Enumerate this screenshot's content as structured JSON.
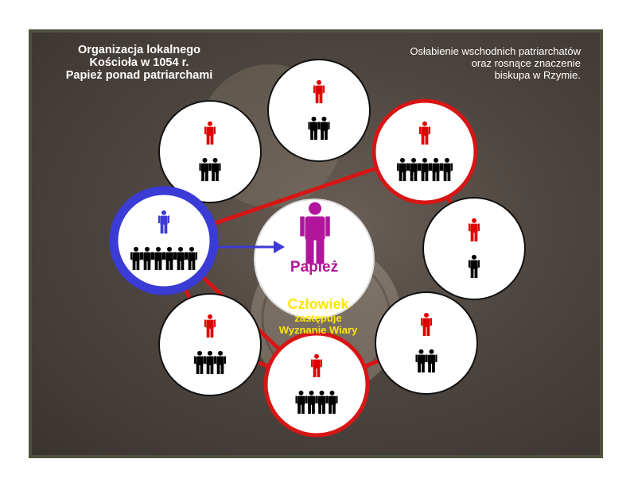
{
  "title_left": [
    "Organizacja lokalnego",
    "Kościoła w 1054 r.",
    "Papież ponad patriarchami"
  ],
  "title_right": [
    "Osłabienie wschodnich patriarchatów",
    "oraz rosnące znaczenie",
    "biskupa w Rzymie."
  ],
  "center": {
    "label": "Papież",
    "color": "#b0159b"
  },
  "caption": {
    "line1": "Człowiek",
    "line2": "zastępuje",
    "line3": "Wyznanie Wiary",
    "color": "#ffe600"
  },
  "colors": {
    "leader": "#e00000",
    "follower": "#000000",
    "blue": "#3b3bd6",
    "red_ring": "#d81515",
    "magenta": "#b0159b"
  },
  "icons": {
    "person": "person-icon"
  },
  "nodes": [
    {
      "name": "node-top-left",
      "ring": "black",
      "followers": 2
    },
    {
      "name": "node-top-center",
      "ring": "black",
      "followers": 2
    },
    {
      "name": "node-top-right",
      "ring": "red",
      "followers": 5
    },
    {
      "name": "node-right",
      "ring": "black",
      "followers": 1
    },
    {
      "name": "node-bottom-right",
      "ring": "black",
      "followers": 2
    },
    {
      "name": "node-bottom-center",
      "ring": "red",
      "followers": 4
    },
    {
      "name": "node-bottom-left",
      "ring": "black",
      "followers": 3
    },
    {
      "name": "node-left-rome",
      "ring": "blue",
      "followers": 6
    }
  ]
}
